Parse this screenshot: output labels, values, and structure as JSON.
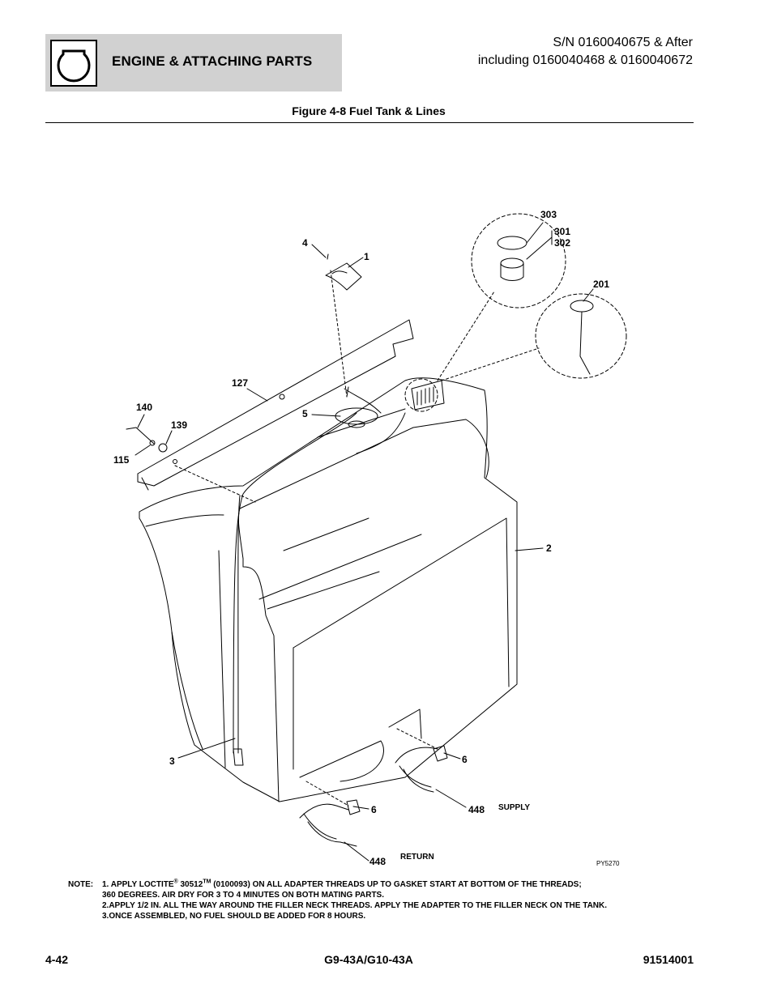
{
  "header": {
    "section_title": "ENGINE & ATTACHING PARTS",
    "sn_line1": "S/N 0160040675 & After",
    "sn_line2": "including 0160040468 & 0160040672",
    "icon": "engine-icon"
  },
  "figure": {
    "title": "Figure 4-8 Fuel Tank & Lines",
    "ref_code": "PY5270",
    "callouts": {
      "c303": "303",
      "c301": "301",
      "c302": "302",
      "c4": "4",
      "c1": "1",
      "c201": "201",
      "c127": "127",
      "c140": "140",
      "c139": "139",
      "c115": "115",
      "c5": "5",
      "c2": "2",
      "c3": "3",
      "c6a": "6",
      "c6b": "6",
      "c448a": "448",
      "c448b": "448"
    },
    "labels": {
      "supply": "SUPPLY",
      "return": "RETURN"
    }
  },
  "notes": {
    "lead": "NOTE:",
    "line1_a": "1. APPLY LOCTITE",
    "line1_reg": "®",
    "line1_b": " 30512",
    "line1_tm": "TM",
    "line1_c": " (0100093) ON ALL ADAPTER THREADS UP TO GASKET START AT BOTTOM OF THE THREADS;",
    "line2": "360 DEGREES. AIR DRY FOR 3 TO 4 MINUTES ON BOTH MATING PARTS.",
    "line3": "2.APPLY 1/2 IN. ALL THE WAY AROUND THE FILLER NECK THREADS. APPLY THE ADAPTER TO THE FILLER NECK ON THE TANK.",
    "line4": "3.ONCE ASSEMBLED, NO FUEL SHOULD BE ADDED FOR 8 HOURS."
  },
  "footer": {
    "page": "4-42",
    "model": "G9-43A/G10-43A",
    "doc_number": "91514001"
  }
}
